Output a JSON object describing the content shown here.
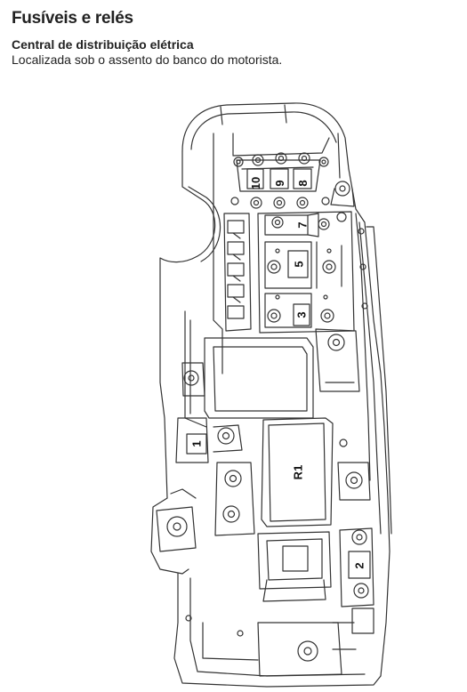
{
  "header": {
    "title": "Fusíveis e relés",
    "subtitle": "Central de distribuição elétrica",
    "description": "Localizada sob o assento do banco do motorista."
  },
  "diagram": {
    "labels": {
      "fuse_10": "10",
      "fuse_9": "9",
      "fuse_8": "8",
      "fuse_7": "7",
      "fuse_5": "5",
      "fuse_3": "3",
      "fuse_1": "1",
      "fuse_2": "2",
      "relay_r1": "R1"
    }
  }
}
